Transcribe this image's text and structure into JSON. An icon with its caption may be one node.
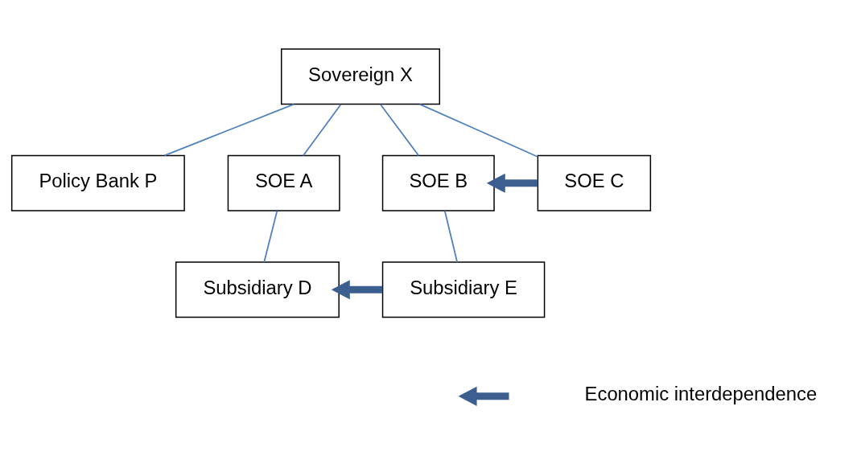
{
  "diagram": {
    "nodes": [
      {
        "text": [
          "Sovereign X"
        ]
      },
      {
        "text": [
          "Policy Bank P"
        ]
      },
      {
        "text": [
          "SOE A"
        ]
      },
      {
        "text": [
          "SOE B"
        ]
      },
      {
        "text": [
          "SOE C"
        ]
      },
      {
        "text": [
          "Subsidiary D"
        ]
      },
      {
        "text": [
          "Subsidiary E"
        ]
      }
    ],
    "edges": [
      {
        "from": 0,
        "to": 1,
        "arrow": "none"
      },
      {
        "from": 0,
        "to": 2,
        "arrow": "none"
      },
      {
        "from": 0,
        "to": 3,
        "arrow": "none"
      },
      {
        "from": 0,
        "to": 4,
        "arrow": "none"
      },
      {
        "from": 2,
        "to": 5,
        "arrow": "none"
      },
      {
        "from": 3,
        "to": 6,
        "arrow": "none"
      },
      {
        "from": 4,
        "to": 3,
        "arrow": "to",
        "style": "thick",
        "color": "#3c5f8f"
      },
      {
        "from": 6,
        "to": 5,
        "arrow": "to",
        "style": "thick",
        "color": "#3c5f8f"
      }
    ],
    "legend": [
      {
        "text": "Economic interdependence"
      }
    ]
  }
}
